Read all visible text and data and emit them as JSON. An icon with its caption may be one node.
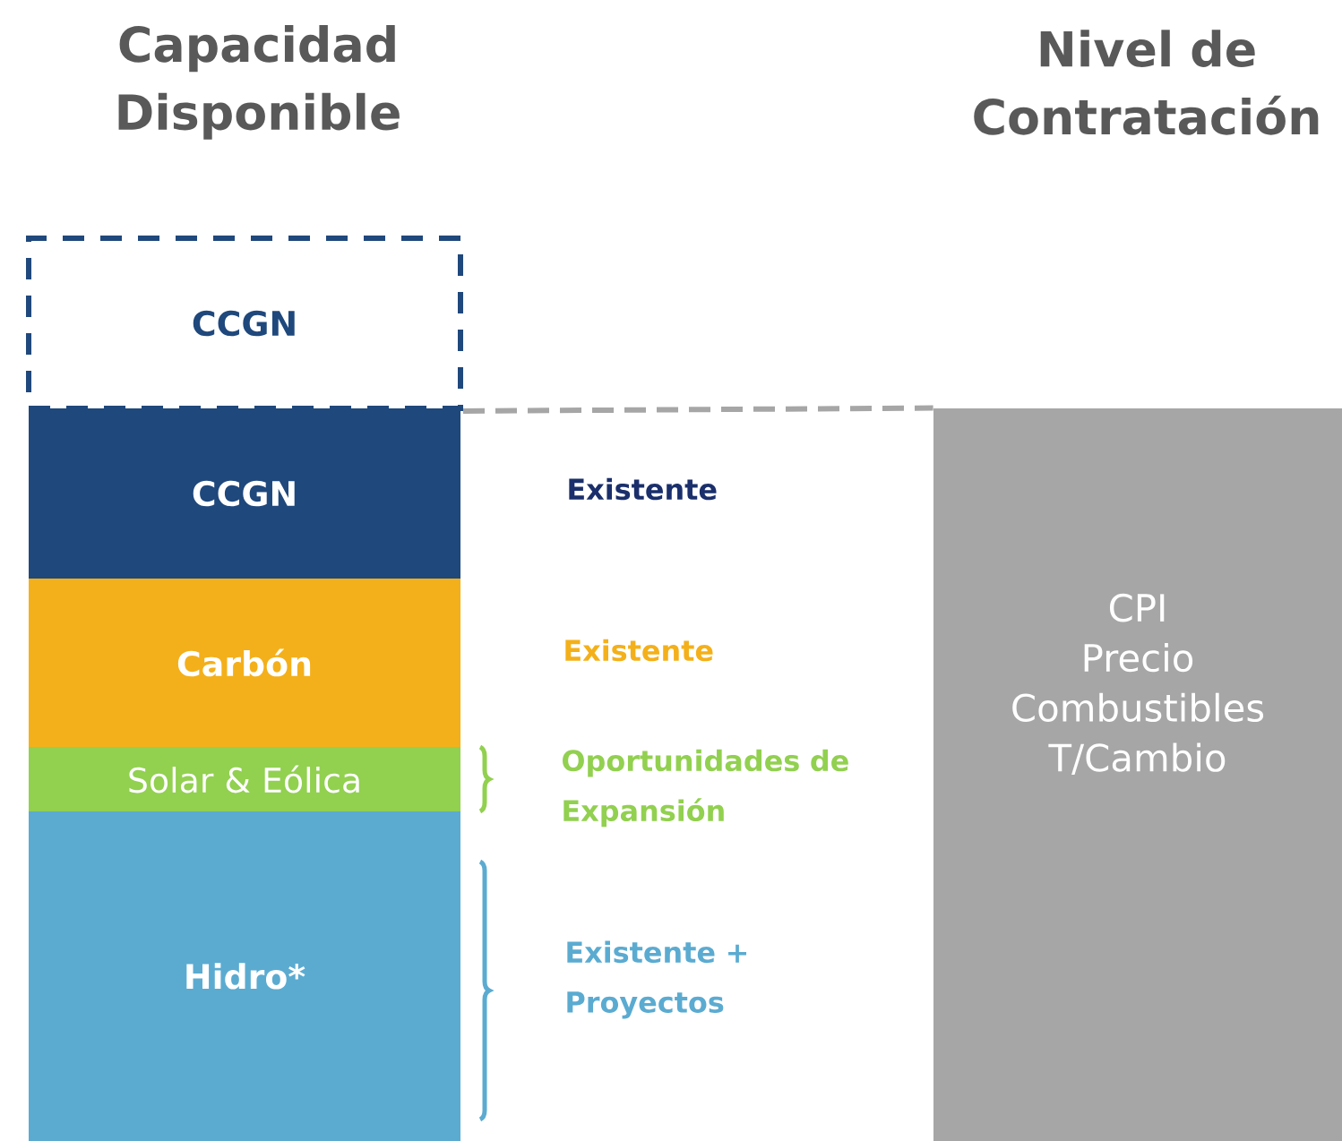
{
  "diagram": {
    "nodes": [
      {
        "text": [
          "CCGN"
        ]
      },
      {
        "text": [
          "CCGN"
        ],
        "beside": [
          "Existente"
        ]
      },
      {
        "text": [
          "Carbón"
        ],
        "beside": [
          "Existente"
        ]
      },
      {
        "text": [
          "Solar & Eólica"
        ],
        "beside": [
          "Oportunidades de Expansión"
        ]
      },
      {
        "text": [
          "Hidro*"
        ],
        "beside": [
          "Existente + Proyectos"
        ]
      },
      {
        "text": [
          "CPI",
          "Precio",
          "Combustibles",
          "T/Cambio"
        ]
      }
    ],
    "edges": [
      {
        "from": 0,
        "to": 5,
        "arrow": "none",
        "style": "dashed",
        "color": "#a6a6a6"
      }
    ],
    "labels": [
      "Capacidad Disponible",
      "Nivel de Contratación"
    ]
  }
}
